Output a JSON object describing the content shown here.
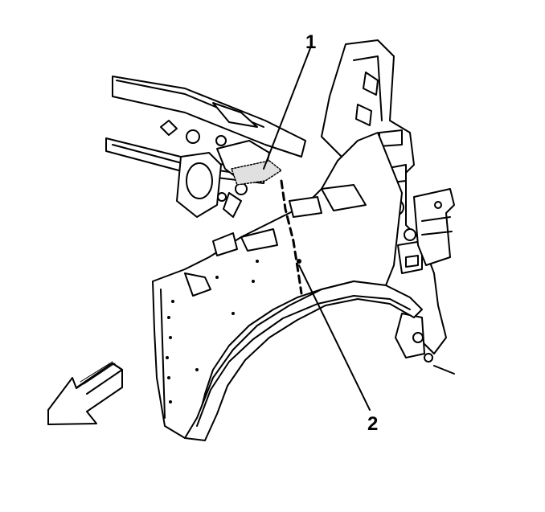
{
  "callouts": [
    {
      "number": "1",
      "target": "sealer-area-at-upper-joint"
    },
    {
      "number": "2",
      "target": "seam-weld-location"
    }
  ],
  "colors": {
    "line": "#000000",
    "fill": "#ffffff"
  },
  "icons": {
    "direction_arrow": "front-direction-arrow-icon"
  }
}
